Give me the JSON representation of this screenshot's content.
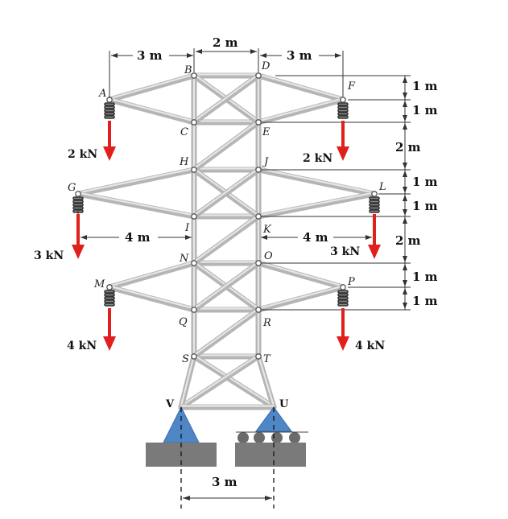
{
  "joints": {
    "A": "A",
    "B": "B",
    "C": "C",
    "D": "D",
    "E": "E",
    "F": "F",
    "G": "G",
    "H": "H",
    "I": "I",
    "J": "J",
    "K": "K",
    "L": "L",
    "M": "M",
    "N": "N",
    "O": "O",
    "P": "P",
    "Q": "Q",
    "R": "R",
    "S": "S",
    "T": "T",
    "U": "U",
    "V": "V"
  },
  "dimensions": {
    "top_left": "3 m",
    "top_mid": "2 m",
    "top_right": "3 m",
    "mid_left": "4 m",
    "mid_right": "4 m",
    "base": "3 m",
    "right": [
      "1 m",
      "1 m",
      "2 m",
      "1 m",
      "1 m",
      "2 m",
      "1 m",
      "1 m"
    ]
  },
  "loads": {
    "A": "2 kN",
    "F": "2 kN",
    "G": "3 kN",
    "L": "3 kN",
    "M": "4 kN",
    "P": "4 kN"
  },
  "supports": {
    "V": "pin",
    "U": "roller"
  },
  "colors": {
    "member": "#b5b5b5",
    "load_arrow": "#e0201c",
    "support": "#4f86c6",
    "ground": "#7a7a7a"
  }
}
